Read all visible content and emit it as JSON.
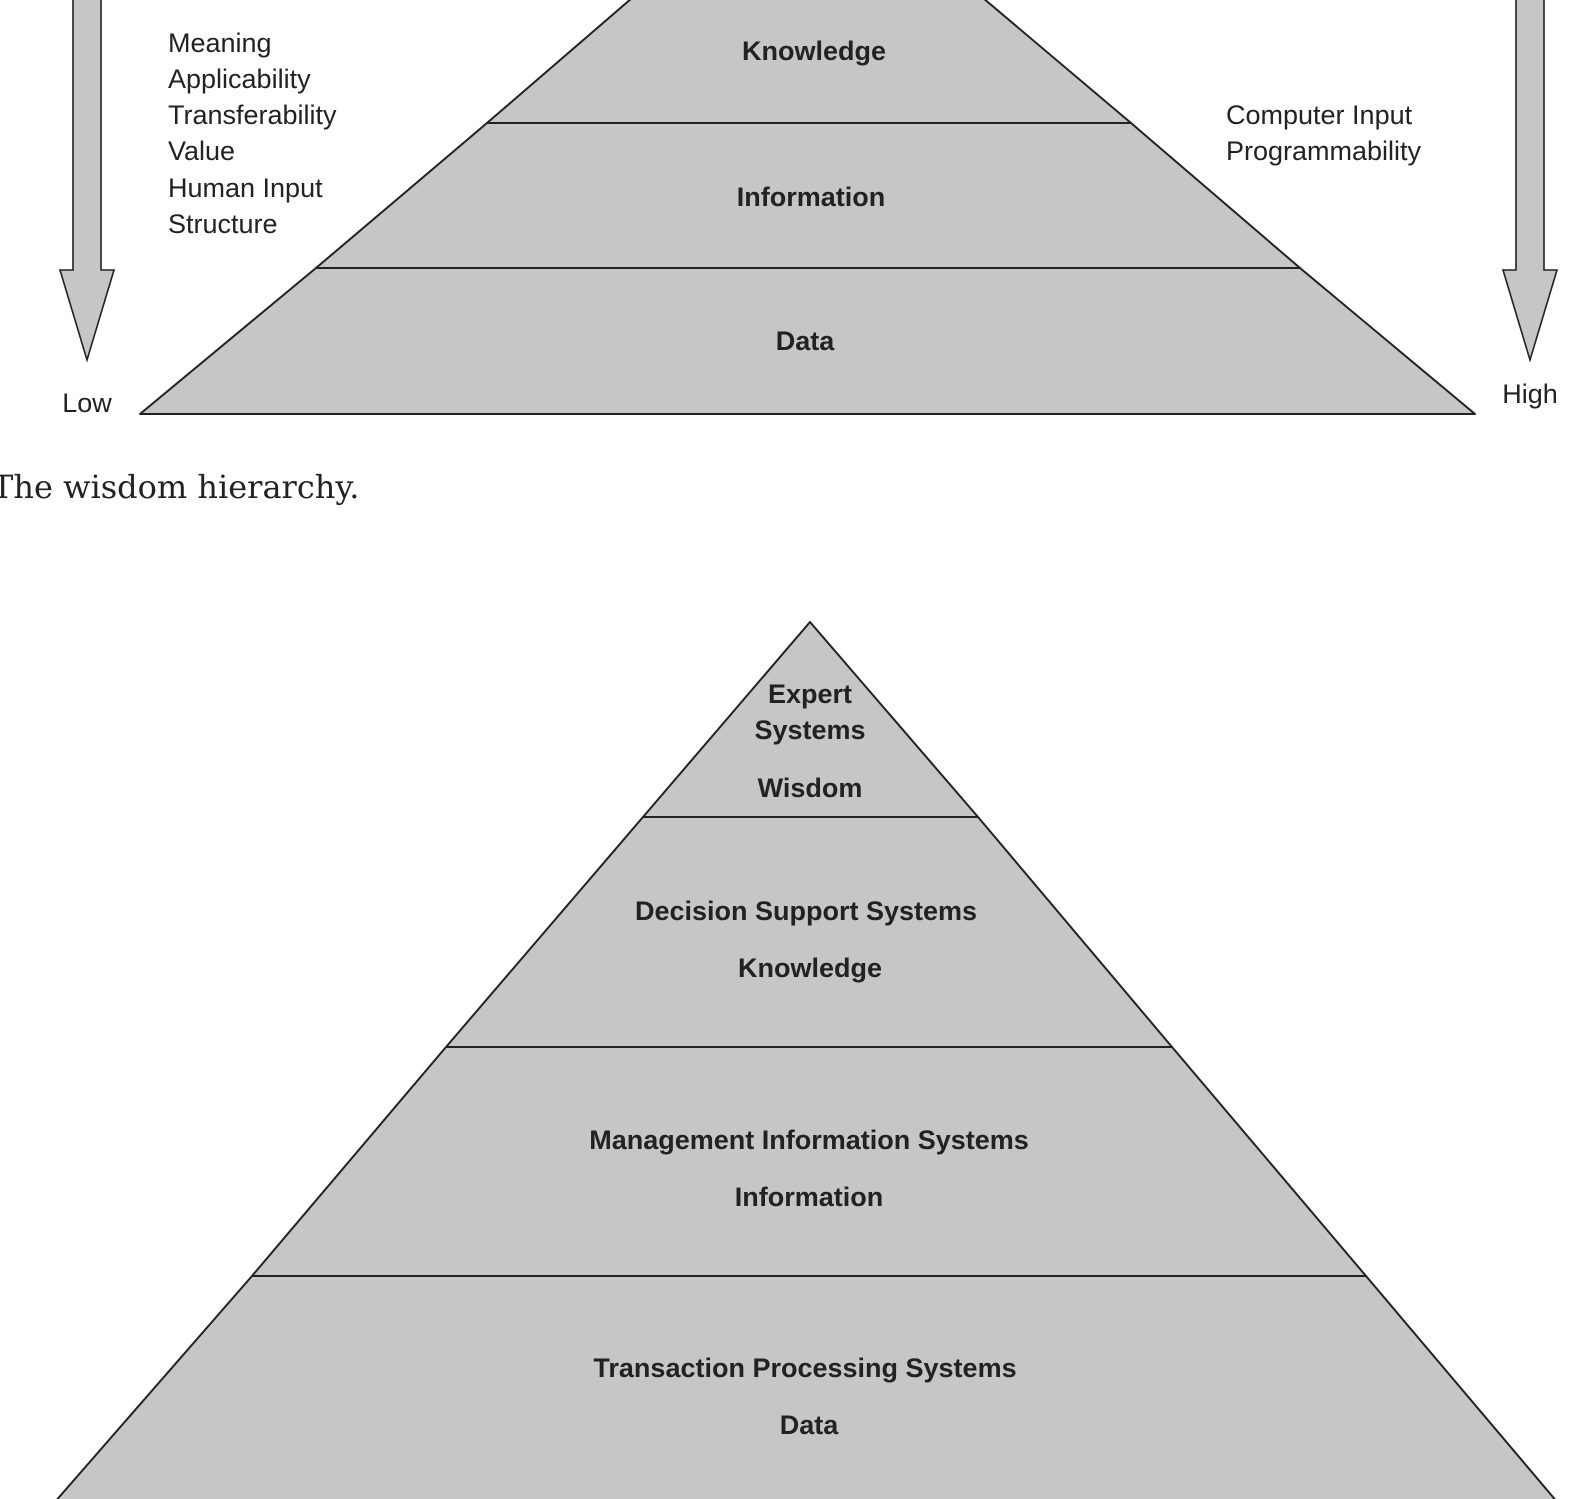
{
  "top_figure": {
    "tiers": [
      {
        "label": "Knowledge"
      },
      {
        "label": "Information"
      },
      {
        "label": "Data"
      }
    ],
    "left_axis": {
      "properties": [
        "Meaning",
        "Applicability",
        "Transferability",
        "Value",
        "Human Input",
        "Structure"
      ],
      "end_label": "Low"
    },
    "right_axis": {
      "properties": [
        "Computer Input",
        "Programmability"
      ],
      "end_label": "High"
    },
    "caption": "The wisdom hierarchy."
  },
  "bottom_figure": {
    "tiers": [
      {
        "system": "Expert Systems",
        "system_lines": [
          "Expert",
          "Systems"
        ],
        "level": "Wisdom"
      },
      {
        "system": "Decision Support Systems",
        "level": "Knowledge"
      },
      {
        "system": "Management Information Systems",
        "level": "Information"
      },
      {
        "system": "Transaction Processing Systems",
        "level": "Data"
      }
    ]
  },
  "colors": {
    "fill": "#c6c6c6",
    "stroke": "#222222",
    "text": "#222222",
    "background": "#ffffff"
  }
}
